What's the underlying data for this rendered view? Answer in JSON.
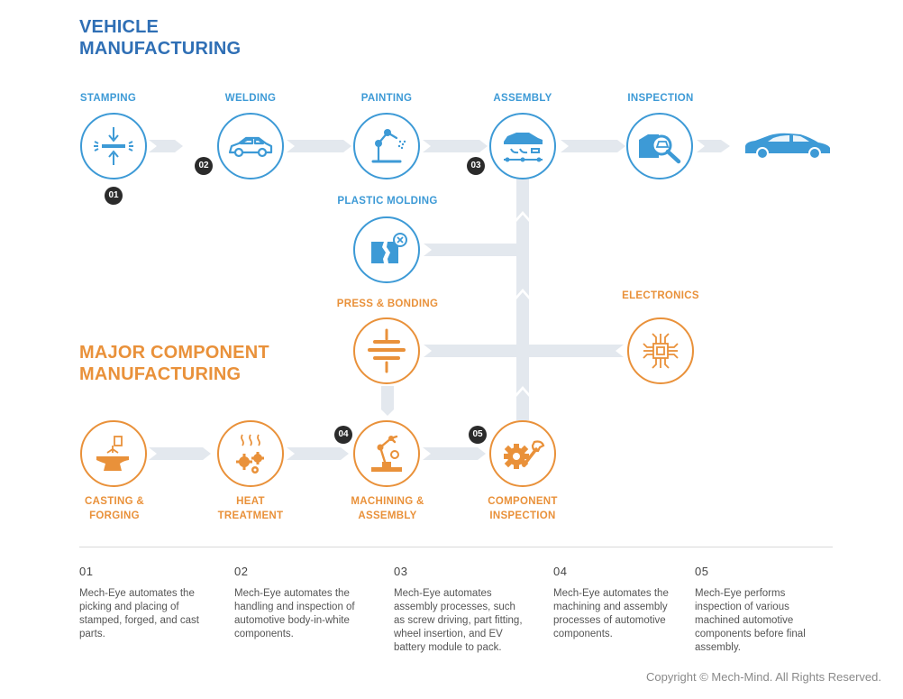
{
  "title_vehicle": [
    "VEHICLE",
    "MANUFACTURING"
  ],
  "title_component": [
    "MAJOR COMPONENT",
    "MANUFACTURING"
  ],
  "nodes": {
    "stamping": [
      "STAMPING"
    ],
    "welding": [
      "WELDING"
    ],
    "painting": [
      "PAINTING"
    ],
    "assembly": [
      "ASSEMBLY"
    ],
    "inspection": [
      "INSPECTION"
    ],
    "plastic_molding": [
      "PLASTIC MOLDING"
    ],
    "press_bonding": [
      "PRESS & BONDING"
    ],
    "electronics": [
      "ELECTRONICS"
    ],
    "casting_forging": [
      "CASTING &",
      "FORGING"
    ],
    "heat_treatment": [
      "HEAT",
      "TREATMENT"
    ],
    "machining_assembly": [
      "MACHINING &",
      "ASSEMBLY"
    ],
    "component_inspection": [
      "COMPONENT",
      "INSPECTION"
    ]
  },
  "badges": [
    "01",
    "02",
    "03",
    "04",
    "05"
  ],
  "notes": [
    {
      "num": "01",
      "text": "Mech-Eye automates the picking and placing of stamped, forged, and cast parts."
    },
    {
      "num": "02",
      "text": "Mech-Eye automates the handling and inspection of automotive body-in-white components."
    },
    {
      "num": "03",
      "text": "Mech-Eye automates assembly processes, such as screw driving, part fitting, wheel insertion, and EV battery module to pack."
    },
    {
      "num": "04",
      "text": "Mech-Eye automates the machining and assembly processes of automotive components."
    },
    {
      "num": "05",
      "text": "Mech-Eye performs inspection of various machined automotive components before final assembly."
    }
  ],
  "copyright": "Copyright © Mech-Mind. All Rights Reserved.",
  "colors": {
    "vehicle_blue": "#3d9ad6",
    "heading_blue": "#2f6fb5",
    "component_orange": "#e9913a",
    "connector_gray": "#e3e8ee",
    "badge_dark": "#2b2b2b"
  },
  "icons": {
    "stamping": "press-arrows-icon",
    "welding": "car-body-icon",
    "painting": "paint-robot-icon",
    "assembly": "car-assembly-icon",
    "inspection": "magnifier-inspection-icon",
    "final": "finished-car-icon",
    "plastic_molding": "molded-part-icon",
    "press_bonding": "press-plates-icon",
    "electronics": "chip-icon",
    "casting_forging": "anvil-icon",
    "heat_treatment": "heat-gears-icon",
    "machining_assembly": "robot-arm-icon",
    "component_inspection": "gear-wrench-icon"
  }
}
